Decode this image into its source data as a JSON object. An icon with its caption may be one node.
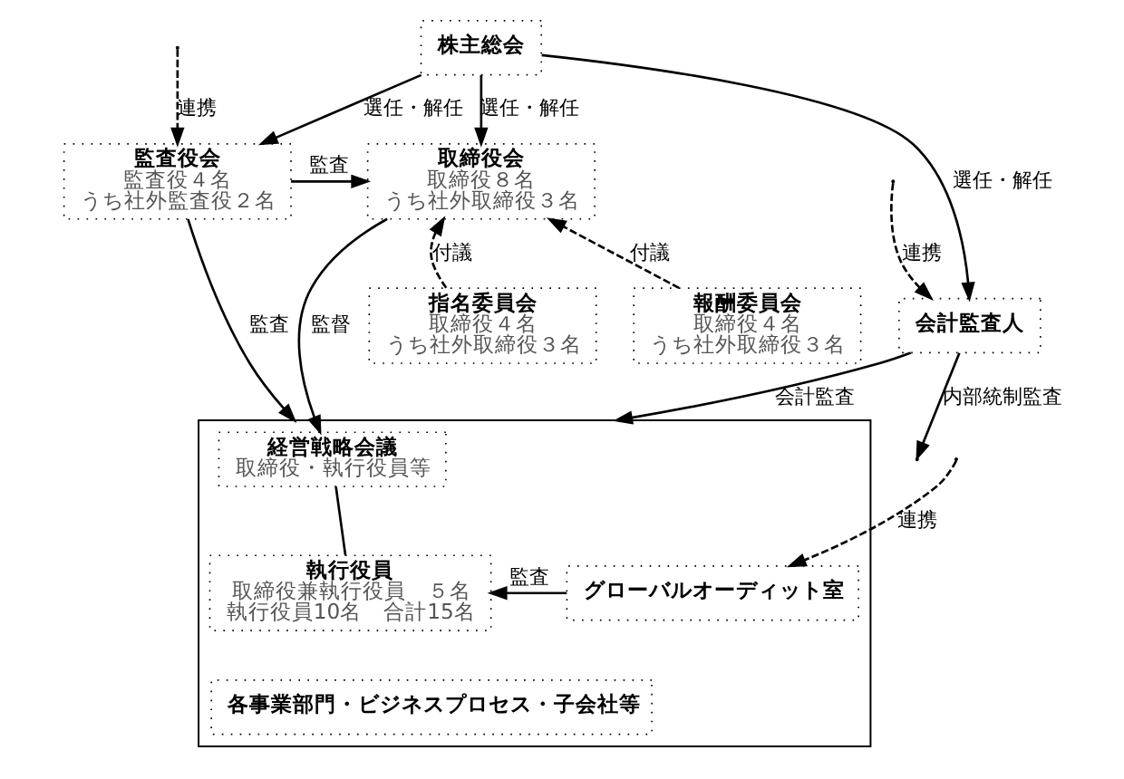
{
  "diagram": {
    "nodes": [
      {
        "text": [
          "株主総会"
        ]
      },
      {
        "text": [
          "監査役会",
          "監査役４名",
          "うち社外監査役２名"
        ]
      },
      {
        "text": [
          "取締役会",
          "取締役８名",
          "うち社外取締役３名"
        ]
      },
      {
        "text": [
          "指名委員会",
          "取締役４名",
          "うち社外取締役３名"
        ]
      },
      {
        "text": [
          "報酬委員会",
          "取締役４名",
          "うち社外取締役３名"
        ]
      },
      {
        "text": [
          "会計監査人"
        ]
      },
      {
        "text": [],
        "shape": "box"
      },
      {
        "text": [
          "経営戦略会議",
          "取締役・執行役員等"
        ],
        "in": 6
      },
      {
        "text": [
          "執行役員",
          "取締役兼執行役員　５名",
          "執行役員10名　合計15名"
        ],
        "in": 6
      },
      {
        "text": [
          "各事業部門・ビジネスプロセス・子会社等"
        ],
        "in": 6
      },
      {
        "text": [
          "グローバルオーディット室"
        ],
        "in": 6
      }
    ],
    "edges": [
      {
        "from": 0,
        "to": 5,
        "arrow": "to",
        "label": "選任・解任"
      },
      {
        "from": 0,
        "to": 1,
        "arrow": "to",
        "label": "選任・解任"
      },
      {
        "from": 0,
        "to": 2,
        "arrow": "to",
        "label": "選任・解任"
      },
      {
        "from": 1,
        "to": 2,
        "arrow": "to",
        "label": "監査"
      },
      {
        "from": 3,
        "to": 2,
        "arrow": "to",
        "label": "付議",
        "style": "dashed"
      },
      {
        "from": 4,
        "to": 2,
        "arrow": "to",
        "label": "付議",
        "style": "dashed"
      },
      {
        "from": null,
        "to": 1,
        "arrow": "to",
        "label": "連携",
        "style": "dashed"
      },
      {
        "from": null,
        "to": 5,
        "arrow": "to",
        "label": "連携",
        "style": "dashed"
      },
      {
        "from": null,
        "to": 10,
        "arrow": "to",
        "label": "連携",
        "style": "dashed"
      },
      {
        "from": 5,
        "to": 6,
        "arrow": "to",
        "label": "会計監査"
      },
      {
        "from": 1,
        "to": 6,
        "arrow": "to",
        "label": "監査"
      },
      {
        "from": 2,
        "to": 7,
        "arrow": "to",
        "label": "監督"
      },
      {
        "from": 5,
        "to": null,
        "arrow": "to",
        "label": "内部統制監査"
      },
      {
        "from": 7,
        "to": 8,
        "arrow": "none"
      },
      {
        "from": 10,
        "to": 8,
        "arrow": "to",
        "label": "監査"
      }
    ]
  }
}
